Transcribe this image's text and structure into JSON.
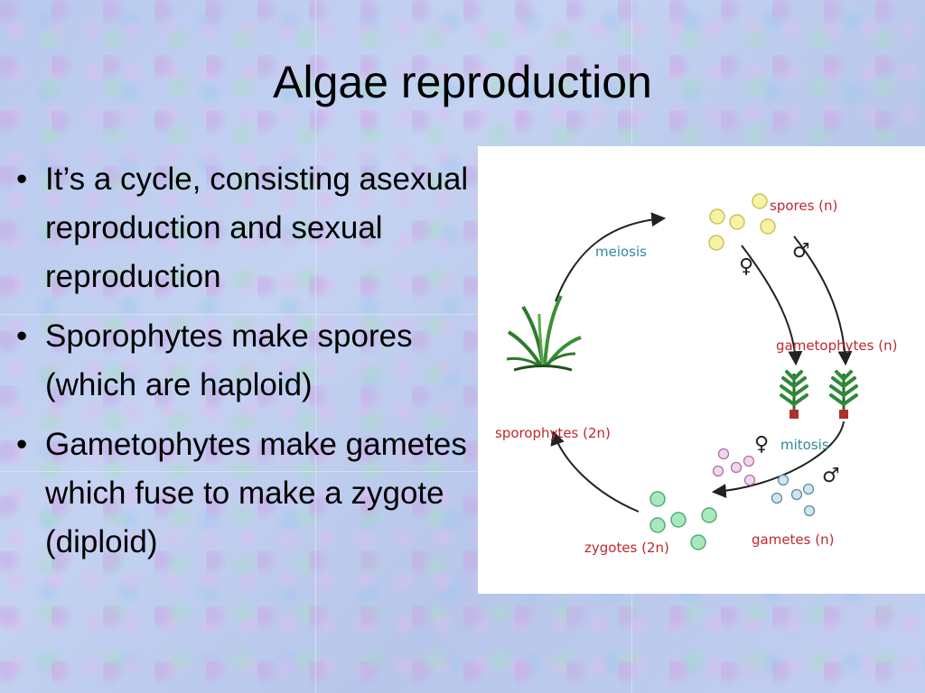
{
  "slide": {
    "title": "Algae reproduction",
    "bullets": [
      "It’s a cycle, consisting asexual reproduction and sexual reproduction",
      "Sporophytes make spores (which are haploid)",
      "Gametophytes make gametes which fuse to make a zygote (diploid)"
    ]
  },
  "diagram": {
    "labels": {
      "spores": "spores (n)",
      "meiosis": "meiosis",
      "gametophytes": "gametophytes (n)",
      "mitosis": "mitosis",
      "sporophytes": "sporophytes (2n)",
      "zygotes": "zygotes (2n)",
      "gametes": "gametes (n)"
    },
    "symbols": {
      "female": "♀",
      "male": "♂"
    },
    "colors": {
      "red_label": "#c0282e",
      "teal_label": "#2e8a9a",
      "spore_fill": "#f6f2a6",
      "zygote_fill": "#a9e8bf",
      "female_gamete_fill": "#f2d6ee",
      "male_gamete_fill": "#cfe6ee"
    }
  }
}
